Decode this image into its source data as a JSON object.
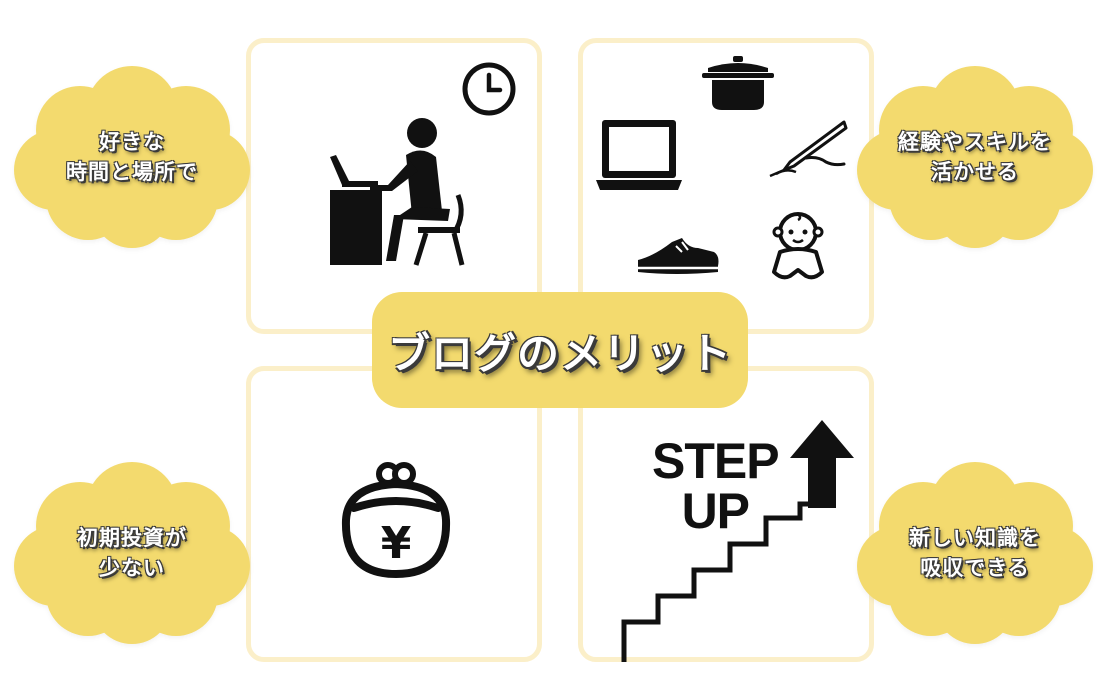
{
  "title": "ブログのメリット",
  "clouds": {
    "top_left": {
      "line1": "好きな",
      "line2": "時間と場所で"
    },
    "top_right": {
      "line1": "経験やスキルを",
      "line2": "活かせる"
    },
    "bottom_left": {
      "line1": "初期投資が",
      "line2": "少ない"
    },
    "bottom_right": {
      "line1": "新しい知識を",
      "line2": "吸収できる"
    }
  },
  "step_up": {
    "line1": "STEP",
    "line2": "UP"
  },
  "icons": {
    "top_left": [
      "clock-icon",
      "person-at-desk-icon"
    ],
    "top_right": [
      "pot-icon",
      "laptop-icon",
      "pen-writing-icon",
      "sneaker-icon",
      "baby-icon"
    ],
    "bottom_left": [
      "yen-purse-icon"
    ],
    "bottom_right": [
      "stairs-icon",
      "up-arrow-icon"
    ]
  },
  "colors": {
    "cloud": "#f3da6e",
    "panel_border": "#fbefc9",
    "icon": "#111111",
    "text_outline": "#3a3a3a"
  }
}
